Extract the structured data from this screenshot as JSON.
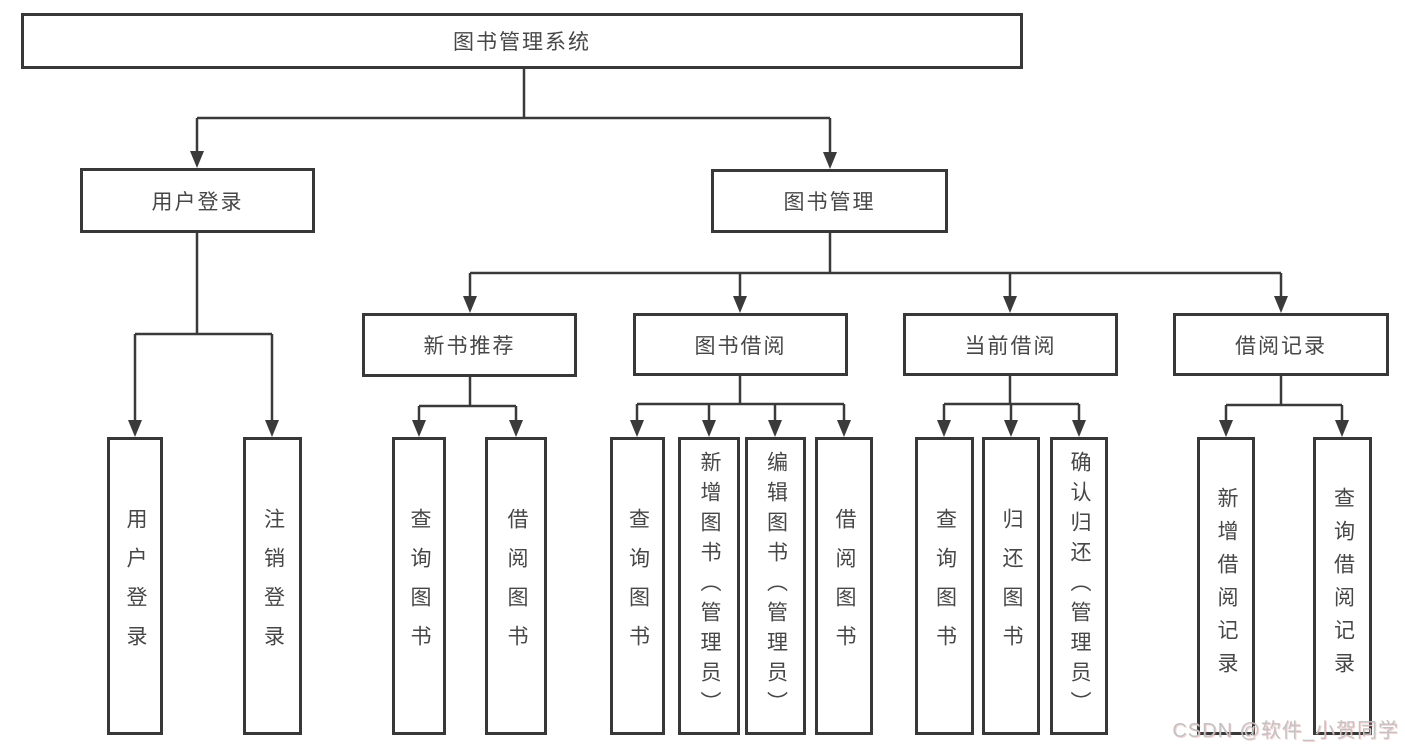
{
  "tree": {
    "label": "图书管理系统",
    "children": [
      {
        "label": "用户登录",
        "children": [
          {
            "label": "用户登录"
          },
          {
            "label": "注销登录"
          }
        ]
      },
      {
        "label": "图书管理",
        "children": [
          {
            "label": "新书推荐",
            "children": [
              {
                "label": "查询图书"
              },
              {
                "label": "借阅图书"
              }
            ]
          },
          {
            "label": "图书借阅",
            "children": [
              {
                "label": "查询图书"
              },
              {
                "label": "新增图书（管理员）"
              },
              {
                "label": "编辑图书（管理员）"
              },
              {
                "label": "借阅图书"
              }
            ]
          },
          {
            "label": "当前借阅",
            "children": [
              {
                "label": "查询图书"
              },
              {
                "label": "归还图书"
              },
              {
                "label": "确认归还（管理员）"
              }
            ]
          },
          {
            "label": "借阅记录",
            "children": [
              {
                "label": "新增借阅记录"
              },
              {
                "label": "查询借阅记录"
              }
            ]
          }
        ]
      }
    ]
  },
  "watermark": "CSDN @软件_小贺同学",
  "colors": {
    "line": "#3a3a3a",
    "box_border": "#383838",
    "text": "#474747",
    "watermark": "#c3c3c3"
  }
}
